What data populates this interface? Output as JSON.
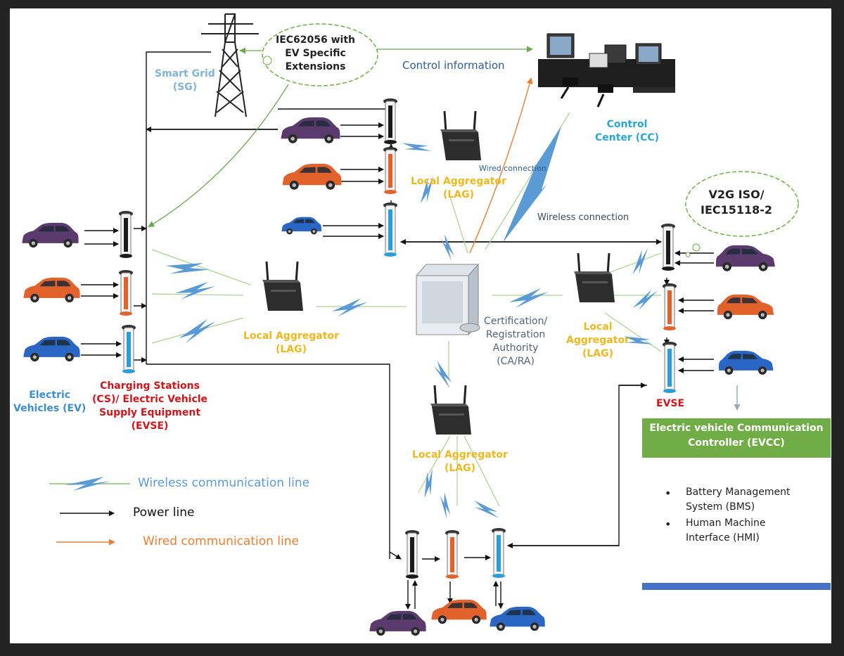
{
  "labels": {
    "cloud_iec": "IEC62056 with\nEV Specific\nExtensions",
    "control_information": "Control information",
    "smart_grid": "Smart Grid\n(SG)",
    "control_center": "Control\nCenter (CC)",
    "wired_connection": "Wired connection",
    "lag_top": "Local Aggregator\n(LAG)",
    "wireless_connection": "Wireless connection",
    "cloud_v2g": "V2G ISO/\nIEC15118-2",
    "lag_left": "Local Aggregator\n(LAG)",
    "ca_ra": "Certification/\nRegistration\nAuthority\n(CA/RA)",
    "lag_right": "Local\nAggregator\n(LAG)",
    "ev": "Electric\nVehicles (EV)",
    "cs_evse": "Charging Stations\n(CS)/ Electric Vehicle\nSupply Equipment\n(EVSE)",
    "evse": "EVSE",
    "lag_bottom": "Local Aggregator\n(LAG)",
    "evcc": "Electric vehicle Communication\nController (EVCC)"
  },
  "bullets": [
    "Battery Management\nSystem (BMS)",
    "Human Machine\nInterface (HMI)"
  ],
  "legend": [
    {
      "kind": "wireless",
      "label": "Wireless communication line",
      "color": "#5b9bd5"
    },
    {
      "kind": "power",
      "label": "Power line",
      "color": "#111111"
    },
    {
      "kind": "wired",
      "label": "Wired communication line",
      "color": "#ed7d31"
    }
  ],
  "colors": {
    "wireless": "#5b9bd5",
    "wireless_dash": "#a9d18e",
    "power": "#111111",
    "wired": "#ed7d31",
    "car_purple": "#5b3a6e",
    "car_orange": "#e2622b",
    "car_blue": "#2a66c4"
  }
}
